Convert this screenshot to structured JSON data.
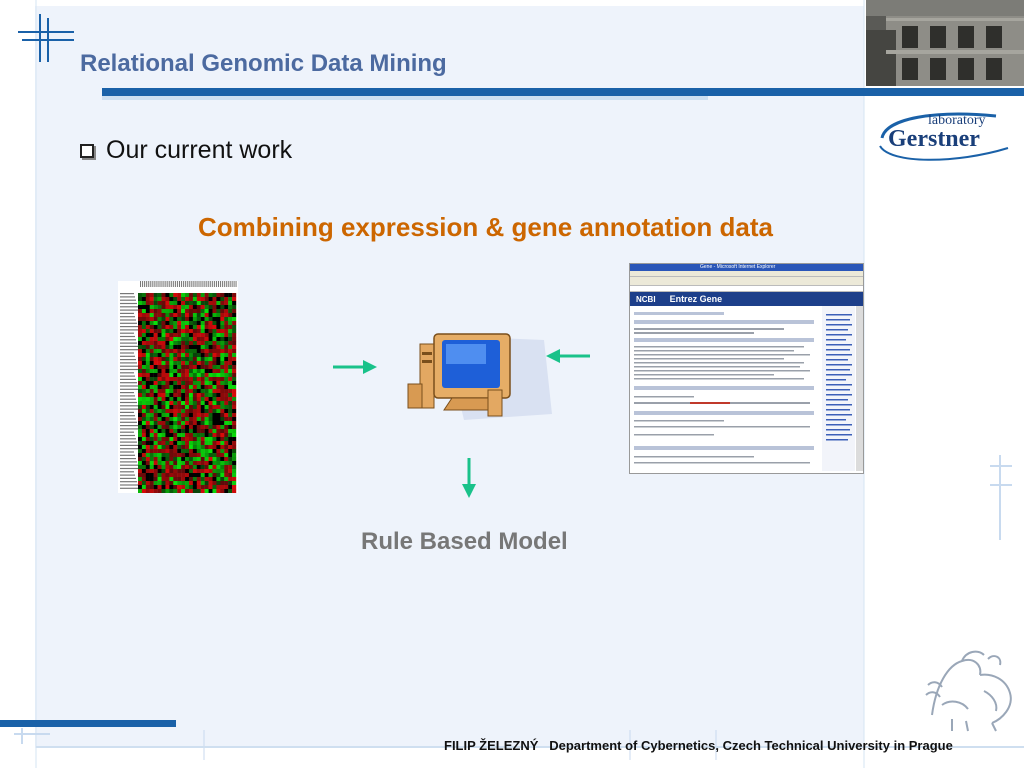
{
  "slide": {
    "title": "Relational Genomic Data Mining",
    "bullet": "Our current work",
    "heading": "Combining expression & gene annotation data",
    "model_label": "Rule Based Model",
    "footer": {
      "author": "FILIP ŽELEZNÝ",
      "affiliation": "Department of Cybernetics, Czech Technical University in Prague"
    }
  },
  "logo": {
    "line1": "laboratory",
    "line2": "Gerstner"
  },
  "browser": {
    "window_title": "Gene - Microsoft Internet Explorer",
    "ncbi_label": "NCBI",
    "page_heading": "Entrez Gene"
  },
  "colors": {
    "title": "#4c6aa0",
    "title_bar": "#1a61a8",
    "heading": "#cc6600",
    "model_label": "#777777",
    "arrow": "#19c28a"
  }
}
